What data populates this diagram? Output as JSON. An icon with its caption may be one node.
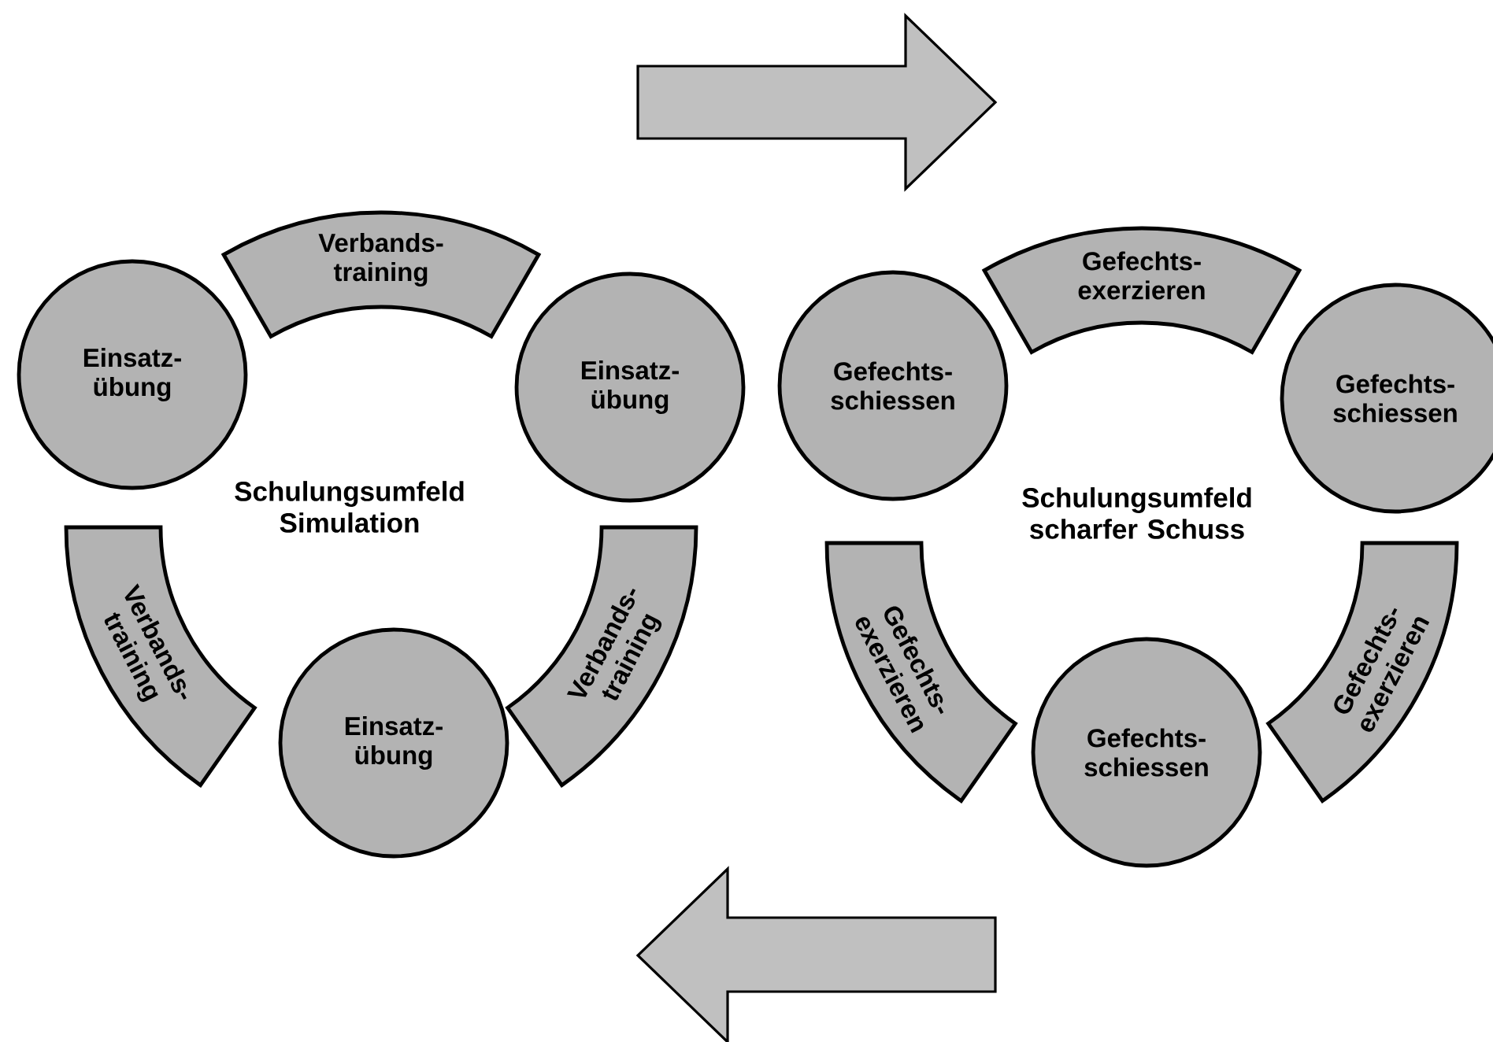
{
  "diagram": {
    "nodes": [
      {
        "text": [
          "Verbands- training"
        ]
      },
      {
        "text": [
          "Einsatz- übung"
        ]
      },
      {
        "text": [
          "Einsatz- übung"
        ]
      },
      {
        "text": [
          "Verbands- training"
        ]
      },
      {
        "text": [
          "Verbands- training"
        ]
      },
      {
        "text": [
          "Einsatz- übung"
        ]
      },
      {
        "text": [
          "Gefechts- exerzieren"
        ]
      },
      {
        "text": [
          "Gefechts- schiessen"
        ]
      },
      {
        "text": [
          "Gefechts- schiessen"
        ]
      },
      {
        "text": [
          "Gefechts- exerzieren"
        ]
      },
      {
        "text": [
          "Gefechts- exerzieren"
        ]
      },
      {
        "text": [
          "Gefechts- schiessen"
        ]
      }
    ],
    "labels": [
      "Schulungsumfeld Simulation",
      "Schulungsumfeld scharfer Schuss"
    ]
  }
}
